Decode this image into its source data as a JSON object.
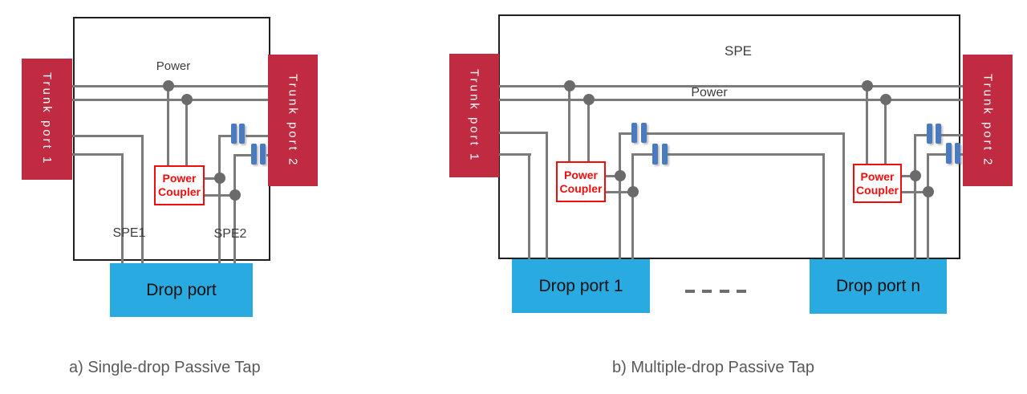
{
  "colors": {
    "trunk_port_red": "#c02b42",
    "drop_port_blue": "#29abe2",
    "coupler_red": "#f20d0d",
    "capacitor_blue": "#4a7abf",
    "wire_gray": "#7b7b7b",
    "junction_dot_gray": "#6b6b6b",
    "box_border_black": "#1f1f1f",
    "label_dark_gray": "#3d3d3d",
    "caption_gray": "#595959"
  },
  "diagram_a": {
    "caption": "a) Single-drop Passive Tap",
    "trunk_port_1": "Trunk port 1",
    "trunk_port_2": "Trunk port 2",
    "power_label": "Power",
    "power_coupler_label": "Power\nCoupler",
    "spe1_label": "SPE1",
    "spe2_label": "SPE2",
    "drop_port": "Drop port"
  },
  "diagram_b": {
    "caption": "b) Multiple-drop Passive Tap",
    "spe_label": "SPE",
    "power_label": "Power",
    "trunk_port_1": "Trunk port 1",
    "trunk_port_2": "Trunk port 2",
    "left_power_coupler_label": "Power\nCoupler",
    "right_power_coupler_label": "Power\nCoupler",
    "drop_port_1": "Drop port 1",
    "drop_port_n": "Drop port n",
    "separator_dash_count": 4
  }
}
